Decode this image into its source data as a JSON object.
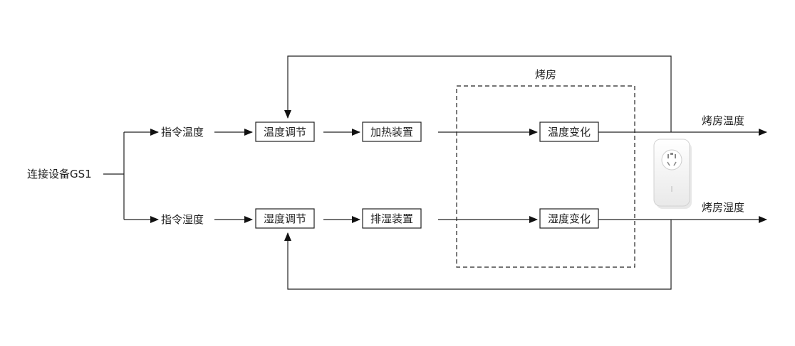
{
  "diagram": {
    "source": "连接设备GS1",
    "cmd_temp": "指令温度",
    "cmd_humid": "指令湿度",
    "temp_reg": "温度调节",
    "humid_reg": "湿度调节",
    "heater": "加热装置",
    "dehumid": "排湿装置",
    "room": "烤房",
    "temp_change": "温度变化",
    "humid_change": "湿度变化",
    "out_temp": "烤房温度",
    "out_humid": "烤房湿度"
  },
  "icons": {
    "device": "smart-plug-icon"
  }
}
